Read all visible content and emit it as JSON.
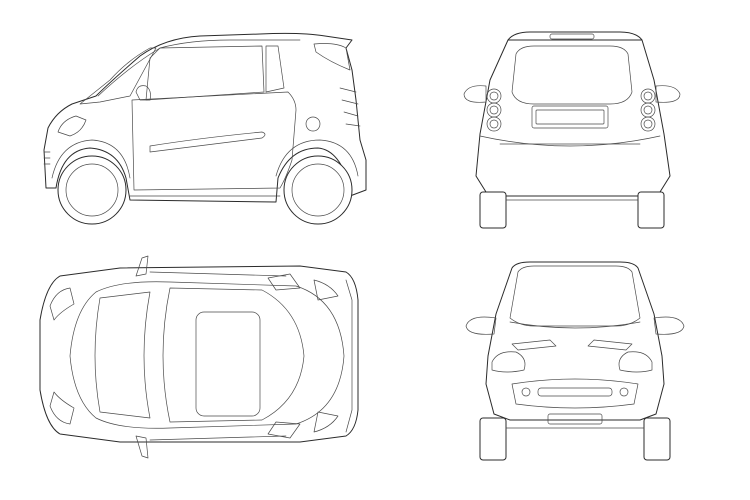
{
  "drawing": {
    "line_color": "#2b2b2b",
    "background": "#ffffff",
    "views": [
      {
        "name": "side-view"
      },
      {
        "name": "rear-view"
      },
      {
        "name": "top-view"
      },
      {
        "name": "front-view"
      }
    ]
  }
}
